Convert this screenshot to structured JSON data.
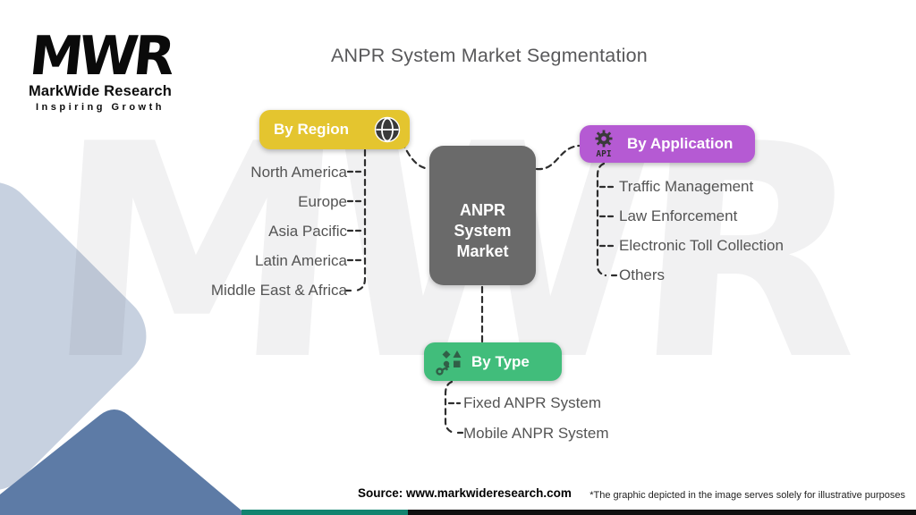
{
  "logo": {
    "acronym": "MWR",
    "name": "MarkWide Research",
    "tagline": "Inspiring Growth"
  },
  "header": {
    "title": "ANPR System Market Segmentation"
  },
  "center": {
    "lines": [
      "ANPR",
      "System",
      "Market"
    ]
  },
  "segments": {
    "region": {
      "label": "By Region",
      "icon": "globe-icon",
      "color": "#e4c52f",
      "items": [
        "North America",
        "Europe",
        "Asia Pacific",
        "Latin America",
        "Middle East & Africa"
      ]
    },
    "application": {
      "label": "By Application",
      "icon": "api-gear-icon",
      "color": "#b55ad3",
      "items": [
        "Traffic Management",
        "Law Enforcement",
        "Electronic Toll Collection",
        "Others"
      ]
    },
    "type": {
      "label": "By Type",
      "icon": "shapes-key-icon",
      "color": "#41bd7b",
      "items": [
        "Fixed ANPR System",
        "Mobile ANPR System"
      ]
    }
  },
  "footer": {
    "source": "Source: www.markwideresearch.com",
    "disclaimer": "*The graphic depicted in the image serves solely for illustrative purposes"
  },
  "colors": {
    "center_box": "#6a6a6a",
    "title_text": "#58585a",
    "list_text": "#545454",
    "connector": "#2e2e2e",
    "light_corner_shape": "#c7d1e0",
    "dark_corner_shape": "#5d7ba6",
    "bottom_bar_teal": "#12836f",
    "bottom_bar_black": "#101010"
  }
}
